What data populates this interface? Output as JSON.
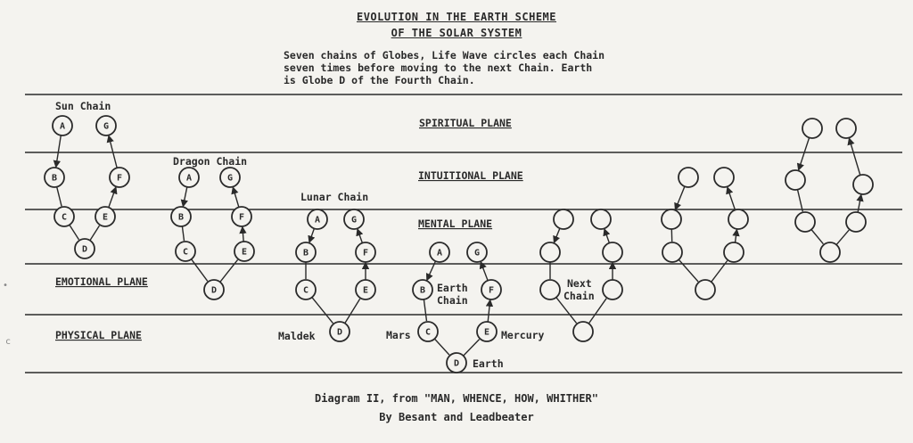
{
  "header": {
    "title_line1": "EVOLUTION IN THE EARTH SCHEME",
    "title_line2": "OF THE SOLAR SYSTEM",
    "intro_lines": [
      "Seven chains of Globes, Life Wave circles each Chain",
      "seven times before moving to the next Chain. Earth",
      "is Globe D of the Fourth Chain."
    ]
  },
  "planes": {
    "spiritual": "SPIRITUAL PLANE",
    "intuitional": "INTUITIONAL PLANE",
    "mental": "MENTAL PLANE",
    "emotional": "EMOTIONAL PLANE",
    "physical": "PHYSICAL PLANE"
  },
  "chains": {
    "sun": "Sun Chain",
    "dragon": "Dragon Chain",
    "lunar": "Lunar Chain",
    "earth_line1": "Earth",
    "earth_line2": "Chain",
    "next_line1": "Next",
    "next_line2": "Chain"
  },
  "planets": {
    "maldek": "Maldek",
    "mars": "Mars",
    "earth": "Earth",
    "mercury": "Mercury"
  },
  "globe_letters": [
    "A",
    "B",
    "C",
    "D",
    "E",
    "F",
    "G"
  ],
  "footer": {
    "line1": "Diagram II, from \"MAN, WHENCE, HOW, WHITHER\"",
    "line2": "By Besant and Leadbeater"
  },
  "colors": {
    "ink": "#2a2a2a",
    "paper": "#f4f3ef"
  }
}
